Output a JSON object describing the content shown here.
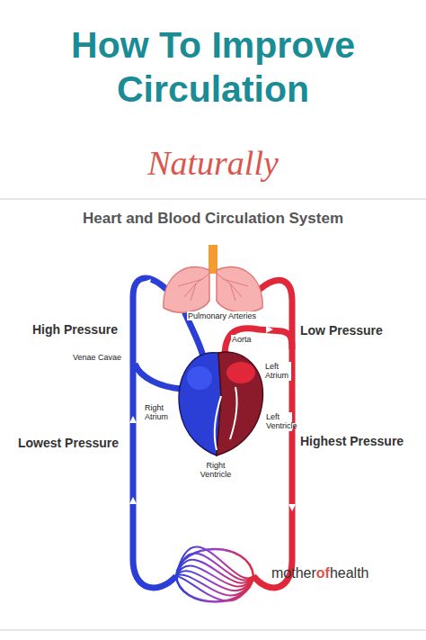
{
  "diagram": {
    "title": "How To Improve Circulation",
    "labels": [
      "Naturally",
      "Heart and Blood Circulation System",
      "High Pressure",
      "Low Pressure",
      "Pulmonary Arteries",
      "Aorta",
      "Venae Cavae",
      "Left Atrium",
      "Lowest Pressure",
      "Highest Pressure",
      "Right Atrium",
      "Left Ventricle",
      "Right Ventricle",
      "mother",
      "of",
      "health"
    ]
  }
}
